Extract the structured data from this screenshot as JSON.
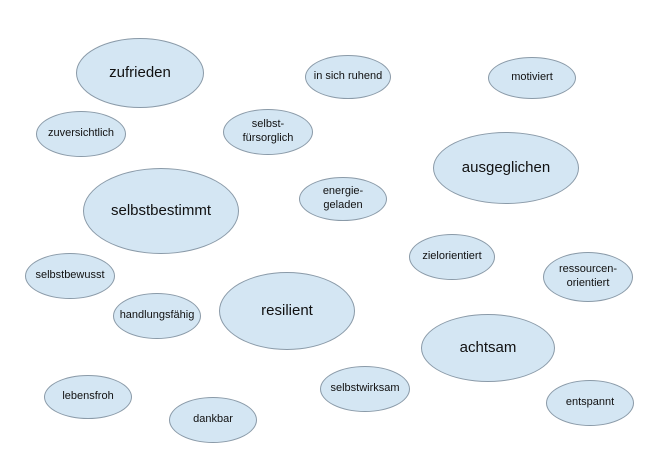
{
  "bubbles": [
    {
      "label": "zufrieden"
    },
    {
      "label": "in sich ruhend"
    },
    {
      "label": "motiviert"
    },
    {
      "label": "zuversichtlich"
    },
    {
      "label": "selbst-\nfürsorglich"
    },
    {
      "label": "ausgeglichen"
    },
    {
      "label": "selbstbestimmt"
    },
    {
      "label": "energie-\ngeladen"
    },
    {
      "label": "zielorientiert"
    },
    {
      "label": "selbstbewusst"
    },
    {
      "label": "ressourcen-\norientiert"
    },
    {
      "label": "handlungsfähig"
    },
    {
      "label": "resilient"
    },
    {
      "label": "achtsam"
    },
    {
      "label": "lebensfroh"
    },
    {
      "label": "selbstwirksam"
    },
    {
      "label": "dankbar"
    },
    {
      "label": "entspannt"
    }
  ],
  "colors": {
    "bubble_fill": "#d4e6f3",
    "bubble_border": "#8a9aa8",
    "text": "#111111"
  }
}
